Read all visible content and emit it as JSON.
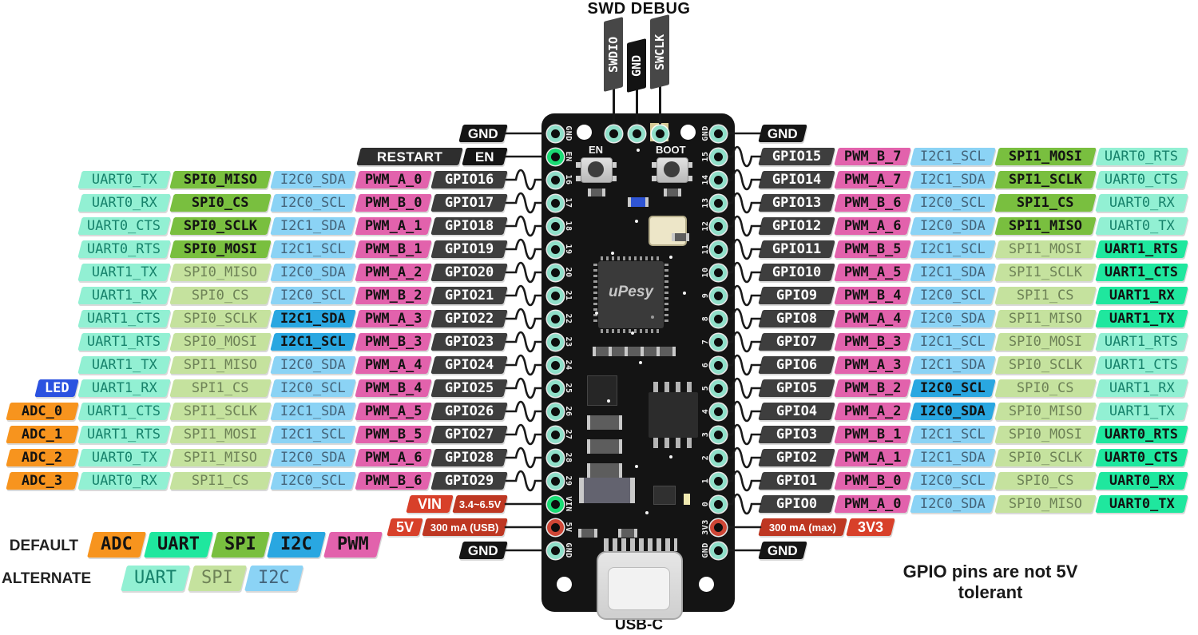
{
  "swd": {
    "title": "SWD DEBUG",
    "pins": [
      "SWDIO",
      "GND",
      "SWCLK"
    ]
  },
  "board": {
    "logo": "uPesy",
    "en_button": "EN",
    "boot_button": "BOOT",
    "usb_label": "USB-C",
    "left_pins": [
      "GND",
      "EN",
      "16",
      "17",
      "18",
      "19",
      "20",
      "21",
      "22",
      "23",
      "24",
      "25",
      "26",
      "27",
      "28",
      "29",
      "VIN",
      "5V",
      "GND"
    ],
    "right_pins": [
      "GND",
      "15",
      "14",
      "13",
      "12",
      "11",
      "10",
      "9",
      "8",
      "7",
      "6",
      "5",
      "4",
      "3",
      "2",
      "1",
      "0",
      "3V3",
      "GND"
    ]
  },
  "left_rows": [
    {
      "wire": "l",
      "badges": [
        [
          "GND",
          "gnd",
          "gnd"
        ]
      ]
    },
    {
      "wire": "l",
      "badges": [
        [
          "RESTART",
          "dark",
          "restart"
        ],
        [
          "EN",
          "gnd",
          "en"
        ]
      ]
    },
    {
      "wire": "s",
      "badges": [
        [
          "UART0_TX",
          "uartA",
          "uart"
        ],
        [
          "SPI0_MISO",
          "spi",
          "spi"
        ],
        [
          "I2C0_SDA",
          "i2cA",
          "i2c"
        ],
        [
          "PWM_A_0",
          "pwm",
          "pwm"
        ],
        [
          "GPIO16",
          "gpio",
          "gpio"
        ]
      ]
    },
    {
      "wire": "s",
      "badges": [
        [
          "UART0_RX",
          "uartA",
          "uart"
        ],
        [
          "SPI0_CS",
          "spi",
          "spi"
        ],
        [
          "I2C0_SCL",
          "i2cA",
          "i2c"
        ],
        [
          "PWM_B_0",
          "pwm",
          "pwm"
        ],
        [
          "GPIO17",
          "gpio",
          "gpio"
        ]
      ]
    },
    {
      "wire": "s",
      "badges": [
        [
          "UART0_CTS",
          "uartA",
          "uart"
        ],
        [
          "SPI0_SCLK",
          "spi",
          "spi"
        ],
        [
          "I2C1_SDA",
          "i2cA",
          "i2c"
        ],
        [
          "PWM_A_1",
          "pwm",
          "pwm"
        ],
        [
          "GPIO18",
          "gpio",
          "gpio"
        ]
      ]
    },
    {
      "wire": "s",
      "badges": [
        [
          "UART0_RTS",
          "uartA",
          "uart"
        ],
        [
          "SPI0_MOSI",
          "spi",
          "spi"
        ],
        [
          "I2C1_SCL",
          "i2cA",
          "i2c"
        ],
        [
          "PWM_B_1",
          "pwm",
          "pwm"
        ],
        [
          "GPIO19",
          "gpio",
          "gpio"
        ]
      ]
    },
    {
      "wire": "s",
      "badges": [
        [
          "UART1_TX",
          "uartA",
          "uart"
        ],
        [
          "SPI0_MISO",
          "spiA",
          "spi"
        ],
        [
          "I2C0_SDA",
          "i2cA",
          "i2c"
        ],
        [
          "PWM_A_2",
          "pwm",
          "pwm"
        ],
        [
          "GPIO20",
          "gpio",
          "gpio"
        ]
      ]
    },
    {
      "wire": "s",
      "badges": [
        [
          "UART1_RX",
          "uartA",
          "uart"
        ],
        [
          "SPI0_CS",
          "spiA",
          "spi"
        ],
        [
          "I2C0_SCL",
          "i2cA",
          "i2c"
        ],
        [
          "PWM_B_2",
          "pwm",
          "pwm"
        ],
        [
          "GPIO21",
          "gpio",
          "gpio"
        ]
      ]
    },
    {
      "wire": "s",
      "badges": [
        [
          "UART1_CTS",
          "uartA",
          "uart"
        ],
        [
          "SPI0_SCLK",
          "spiA",
          "spi"
        ],
        [
          "I2C1_SDA",
          "i2c",
          "i2c"
        ],
        [
          "PWM_A_3",
          "pwm",
          "pwm"
        ],
        [
          "GPIO22",
          "gpio",
          "gpio"
        ]
      ]
    },
    {
      "wire": "s",
      "badges": [
        [
          "UART1_RTS",
          "uartA",
          "uart"
        ],
        [
          "SPI0_MOSI",
          "spiA",
          "spi"
        ],
        [
          "I2C1_SCL",
          "i2c",
          "i2c"
        ],
        [
          "PWM_B_3",
          "pwm",
          "pwm"
        ],
        [
          "GPIO23",
          "gpio",
          "gpio"
        ]
      ]
    },
    {
      "wire": "s",
      "badges": [
        [
          "UART1_TX",
          "uartA",
          "uart"
        ],
        [
          "SPI1_MISO",
          "spiA",
          "spi"
        ],
        [
          "I2C0_SDA",
          "i2cA",
          "i2c"
        ],
        [
          "PWM_A_4",
          "pwm",
          "pwm"
        ],
        [
          "GPIO24",
          "gpio",
          "gpio"
        ]
      ]
    },
    {
      "wire": "s",
      "badges": [
        [
          "LED",
          "led",
          "led"
        ],
        [
          "UART1_RX",
          "uartA",
          "uart"
        ],
        [
          "SPI1_CS",
          "spiA",
          "spi"
        ],
        [
          "I2C0_SCL",
          "i2cA",
          "i2c"
        ],
        [
          "PWM_B_4",
          "pwm",
          "pwm"
        ],
        [
          "GPIO25",
          "gpio",
          "gpio"
        ]
      ]
    },
    {
      "wire": "s",
      "badges": [
        [
          "ADC_0",
          "adc",
          "adc"
        ],
        [
          "UART1_CTS",
          "uartA",
          "uart"
        ],
        [
          "SPI1_SCLK",
          "spiA",
          "spi"
        ],
        [
          "I2C1_SDA",
          "i2cA",
          "i2c"
        ],
        [
          "PWM_A_5",
          "pwm",
          "pwm"
        ],
        [
          "GPIO26",
          "gpio",
          "gpio"
        ]
      ]
    },
    {
      "wire": "s",
      "badges": [
        [
          "ADC_1",
          "adc",
          "adc"
        ],
        [
          "UART1_RTS",
          "uartA",
          "uart"
        ],
        [
          "SPI1_MOSI",
          "spiA",
          "spi"
        ],
        [
          "I2C1_SCL",
          "i2cA",
          "i2c"
        ],
        [
          "PWM_B_5",
          "pwm",
          "pwm"
        ],
        [
          "GPIO27",
          "gpio",
          "gpio"
        ]
      ]
    },
    {
      "wire": "s",
      "badges": [
        [
          "ADC_2",
          "adc",
          "adc"
        ],
        [
          "UART0_TX",
          "uartA",
          "uart"
        ],
        [
          "SPI1_MISO",
          "spiA",
          "spi"
        ],
        [
          "I2C0_SDA",
          "i2cA",
          "i2c"
        ],
        [
          "PWM_A_6",
          "pwm",
          "pwm"
        ],
        [
          "GPIO28",
          "gpio",
          "gpio"
        ]
      ]
    },
    {
      "wire": "s",
      "badges": [
        [
          "ADC_3",
          "adc",
          "adc"
        ],
        [
          "UART0_RX",
          "uartA",
          "uart"
        ],
        [
          "SPI1_CS",
          "spiA",
          "spi"
        ],
        [
          "I2C0_SCL",
          "i2cA",
          "i2c"
        ],
        [
          "PWM_B_6",
          "pwm",
          "pwm"
        ],
        [
          "GPIO29",
          "gpio",
          "gpio"
        ]
      ]
    },
    {
      "wire": "l",
      "badges": [
        [
          "VIN",
          "pwr",
          "vin"
        ],
        [
          "3.4~6.5V",
          "anno",
          "anno1"
        ]
      ]
    },
    {
      "wire": "l",
      "badges": [
        [
          "5V",
          "pwr",
          "v5"
        ],
        [
          "300 mA (USB)",
          "anno",
          "anno2"
        ]
      ]
    },
    {
      "wire": "l",
      "badges": [
        [
          "GND",
          "gnd",
          "gnd"
        ]
      ]
    }
  ],
  "right_rows": [
    {
      "wire": "l",
      "badges": [
        [
          "GND",
          "gnd",
          "gnd"
        ]
      ]
    },
    {
      "wire": "s",
      "badges": [
        [
          "GPIO15",
          "gpio",
          "gpio"
        ],
        [
          "PWM_B_7",
          "pwm",
          "pwm"
        ],
        [
          "I2C1_SCL",
          "i2cA",
          "i2c"
        ],
        [
          "SPI1_MOSI",
          "spi",
          "spi"
        ],
        [
          "UART0_RTS",
          "uartA",
          "uart"
        ]
      ]
    },
    {
      "wire": "s",
      "badges": [
        [
          "GPIO14",
          "gpio",
          "gpio"
        ],
        [
          "PWM_A_7",
          "pwm",
          "pwm"
        ],
        [
          "I2C1_SDA",
          "i2cA",
          "i2c"
        ],
        [
          "SPI1_SCLK",
          "spi",
          "spi"
        ],
        [
          "UART0_CTS",
          "uartA",
          "uart"
        ]
      ]
    },
    {
      "wire": "s",
      "badges": [
        [
          "GPIO13",
          "gpio",
          "gpio"
        ],
        [
          "PWM_B_6",
          "pwm",
          "pwm"
        ],
        [
          "I2C0_SCL",
          "i2cA",
          "i2c"
        ],
        [
          "SPI1_CS",
          "spi",
          "spi"
        ],
        [
          "UART0_RX",
          "uartA",
          "uart"
        ]
      ]
    },
    {
      "wire": "s",
      "badges": [
        [
          "GPIO12",
          "gpio",
          "gpio"
        ],
        [
          "PWM_A_6",
          "pwm",
          "pwm"
        ],
        [
          "I2C0_SDA",
          "i2cA",
          "i2c"
        ],
        [
          "SPI1_MISO",
          "spi",
          "spi"
        ],
        [
          "UART0_TX",
          "uartA",
          "uart"
        ]
      ]
    },
    {
      "wire": "s",
      "badges": [
        [
          "GPIO11",
          "gpio",
          "gpio"
        ],
        [
          "PWM_B_5",
          "pwm",
          "pwm"
        ],
        [
          "I2C1_SCL",
          "i2cA",
          "i2c"
        ],
        [
          "SPI1_MOSI",
          "spiA",
          "spi"
        ],
        [
          "UART1_RTS",
          "uart",
          "uart"
        ]
      ]
    },
    {
      "wire": "s",
      "badges": [
        [
          "GPIO10",
          "gpio",
          "gpio"
        ],
        [
          "PWM_A_5",
          "pwm",
          "pwm"
        ],
        [
          "I2C1_SDA",
          "i2cA",
          "i2c"
        ],
        [
          "SPI1_SCLK",
          "spiA",
          "spi"
        ],
        [
          "UART1_CTS",
          "uart",
          "uart"
        ]
      ]
    },
    {
      "wire": "s",
      "badges": [
        [
          "GPIO9",
          "gpio",
          "gpio"
        ],
        [
          "PWM_B_4",
          "pwm",
          "pwm"
        ],
        [
          "I2C0_SCL",
          "i2cA",
          "i2c"
        ],
        [
          "SPI1_CS",
          "spiA",
          "spi"
        ],
        [
          "UART1_RX",
          "uart",
          "uart"
        ]
      ]
    },
    {
      "wire": "s",
      "badges": [
        [
          "GPIO8",
          "gpio",
          "gpio"
        ],
        [
          "PWM_A_4",
          "pwm",
          "pwm"
        ],
        [
          "I2C0_SDA",
          "i2cA",
          "i2c"
        ],
        [
          "SPI1_MISO",
          "spiA",
          "spi"
        ],
        [
          "UART1_TX",
          "uart",
          "uart"
        ]
      ]
    },
    {
      "wire": "s",
      "badges": [
        [
          "GPIO7",
          "gpio",
          "gpio"
        ],
        [
          "PWM_B_3",
          "pwm",
          "pwm"
        ],
        [
          "I2C1_SCL",
          "i2cA",
          "i2c"
        ],
        [
          "SPI0_MOSI",
          "spiA",
          "spi"
        ],
        [
          "UART1_RTS",
          "uartA",
          "uart"
        ]
      ]
    },
    {
      "wire": "s",
      "badges": [
        [
          "GPIO6",
          "gpio",
          "gpio"
        ],
        [
          "PWM_A_3",
          "pwm",
          "pwm"
        ],
        [
          "I2C1_SDA",
          "i2cA",
          "i2c"
        ],
        [
          "SPI0_SCLK",
          "spiA",
          "spi"
        ],
        [
          "UART1_CTS",
          "uartA",
          "uart"
        ]
      ]
    },
    {
      "wire": "s",
      "badges": [
        [
          "GPIO5",
          "gpio",
          "gpio"
        ],
        [
          "PWM_B_2",
          "pwm",
          "pwm"
        ],
        [
          "I2C0_SCL",
          "i2c",
          "i2c"
        ],
        [
          "SPI0_CS",
          "spiA",
          "spi"
        ],
        [
          "UART1_RX",
          "uartA",
          "uart"
        ]
      ]
    },
    {
      "wire": "s",
      "badges": [
        [
          "GPIO4",
          "gpio",
          "gpio"
        ],
        [
          "PWM_A_2",
          "pwm",
          "pwm"
        ],
        [
          "I2C0_SDA",
          "i2c",
          "i2c"
        ],
        [
          "SPI0_MISO",
          "spiA",
          "spi"
        ],
        [
          "UART1_TX",
          "uartA",
          "uart"
        ]
      ]
    },
    {
      "wire": "s",
      "badges": [
        [
          "GPIO3",
          "gpio",
          "gpio"
        ],
        [
          "PWM_B_1",
          "pwm",
          "pwm"
        ],
        [
          "I2C1_SCL",
          "i2cA",
          "i2c"
        ],
        [
          "SPI0_MOSI",
          "spiA",
          "spi"
        ],
        [
          "UART0_RTS",
          "uart",
          "uart"
        ]
      ]
    },
    {
      "wire": "s",
      "badges": [
        [
          "GPIO2",
          "gpio",
          "gpio"
        ],
        [
          "PWM_A_1",
          "pwm",
          "pwm"
        ],
        [
          "I2C1_SDA",
          "i2cA",
          "i2c"
        ],
        [
          "SPI0_SCLK",
          "spiA",
          "spi"
        ],
        [
          "UART0_CTS",
          "uart",
          "uart"
        ]
      ]
    },
    {
      "wire": "s",
      "badges": [
        [
          "GPIO1",
          "gpio",
          "gpio"
        ],
        [
          "PWM_B_0",
          "pwm",
          "pwm"
        ],
        [
          "I2C0_SCL",
          "i2cA",
          "i2c"
        ],
        [
          "SPI0_CS",
          "spiA",
          "spi"
        ],
        [
          "UART0_RX",
          "uart",
          "uart"
        ]
      ]
    },
    {
      "wire": "s",
      "badges": [
        [
          "GPIO0",
          "gpio",
          "gpio"
        ],
        [
          "PWM_A_0",
          "pwm",
          "pwm"
        ],
        [
          "I2C0_SDA",
          "i2cA",
          "i2c"
        ],
        [
          "SPI0_MISO",
          "spiA",
          "spi"
        ],
        [
          "UART0_TX",
          "uart",
          "uart"
        ]
      ]
    },
    {
      "wire": "l",
      "badges": [
        [
          "300 mA (max)",
          "anno",
          "anno3"
        ],
        [
          "3V3",
          "pwr",
          "v33"
        ]
      ]
    },
    {
      "wire": "l",
      "badges": [
        [
          "GND",
          "gnd",
          "gnd"
        ]
      ]
    }
  ],
  "legend": {
    "default_label": "DEFAULT",
    "default_items": [
      [
        "ADC",
        "adc"
      ],
      [
        "UART",
        "uart"
      ],
      [
        "SPI",
        "spi"
      ],
      [
        "I2C",
        "i2c"
      ],
      [
        "PWM",
        "pwm"
      ]
    ],
    "alternate_label": "ALTERNATE",
    "alternate_items": [
      [
        "UART",
        "uartA"
      ],
      [
        "SPI",
        "spiA"
      ],
      [
        "I2C",
        "i2cA"
      ]
    ]
  },
  "note": "GPIO pins are not 5V tolerant",
  "colors": {
    "adc": "#F7941E",
    "uart_default": "#1FE79E",
    "spi_default": "#79BF3F",
    "i2c_default": "#29A7E1",
    "pwm_default": "#E262AC",
    "uart_alternate": "#92F0D3",
    "spi_alternate": "#C5E29E",
    "i2c_alternate": "#8BD3F5",
    "gpio_badge": "#3e3e3e",
    "gnd_badge": "#151515",
    "power_red": "#D8402A",
    "led_blue": "#2B52E0",
    "pad_teal": "#8FDFC9",
    "pad_green": "#1ADB74",
    "pad_red": "#CE4636"
  }
}
